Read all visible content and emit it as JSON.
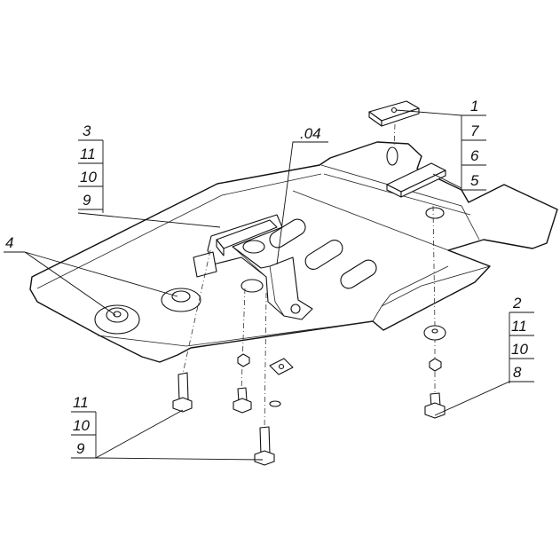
{
  "callouts": {
    "group_top_right": [
      "1",
      "7",
      "6",
      "5"
    ],
    "group_top_left": [
      "3",
      "11",
      "10",
      "9"
    ],
    "group_right": [
      "2",
      "11",
      "10",
      "8"
    ],
    "group_bottom_left": [
      "11",
      "10",
      "9"
    ],
    "label_04": ".04",
    "label_4": "4"
  }
}
